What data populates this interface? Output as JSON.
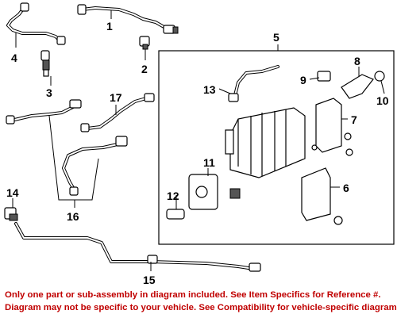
{
  "diagram": {
    "callouts": [
      {
        "id": "1",
        "text": "1"
      },
      {
        "id": "2",
        "text": "2"
      },
      {
        "id": "3",
        "text": "3"
      },
      {
        "id": "4",
        "text": "4"
      },
      {
        "id": "5",
        "text": "5"
      },
      {
        "id": "6",
        "text": "6"
      },
      {
        "id": "7",
        "text": "7"
      },
      {
        "id": "8",
        "text": "8"
      },
      {
        "id": "9",
        "text": "9"
      },
      {
        "id": "10",
        "text": "10"
      },
      {
        "id": "11",
        "text": "11"
      },
      {
        "id": "12",
        "text": "12"
      },
      {
        "id": "13",
        "text": "13"
      },
      {
        "id": "14",
        "text": "14"
      },
      {
        "id": "15",
        "text": "15"
      },
      {
        "id": "16",
        "text": "16"
      },
      {
        "id": "17",
        "text": "17"
      }
    ]
  },
  "footer": {
    "line1": "Only one part or sub-assembly in diagram included. See Item Specifics for Reference #.",
    "line2": "Diagram may not be specific to your vehicle. See Compatibility for vehicle-specific diagrams.",
    "text_color": "#c00000"
  }
}
